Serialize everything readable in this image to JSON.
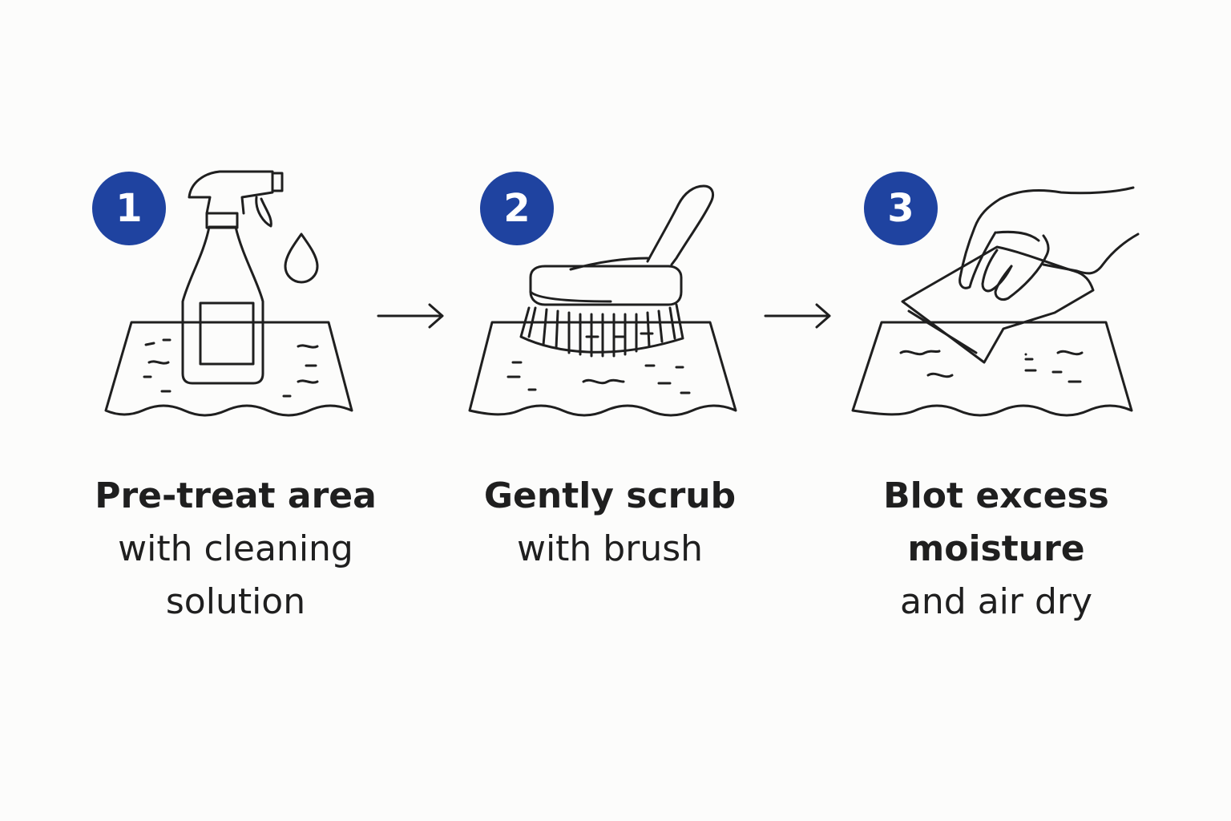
{
  "colors": {
    "background": "#fcfcfb",
    "badge": "#1f43a0",
    "badge_text": "#ffffff",
    "line": "#1f1f1f",
    "text": "#1f1f1f"
  },
  "steps": [
    {
      "number": "1",
      "icon": "spray-bottle-icon",
      "caption_lines": [
        "Pre-treat area",
        "with cleaning",
        "solution"
      ]
    },
    {
      "number": "2",
      "icon": "scrub-brush-icon",
      "caption_lines": [
        "Gently scrub",
        "with brush"
      ]
    },
    {
      "number": "3",
      "icon": "hand-blotting-cloth-icon",
      "caption_lines": [
        "Blot excess",
        "moisture",
        "and air dry"
      ]
    }
  ],
  "connectors": [
    "arrow-right-icon",
    "arrow-right-icon"
  ]
}
